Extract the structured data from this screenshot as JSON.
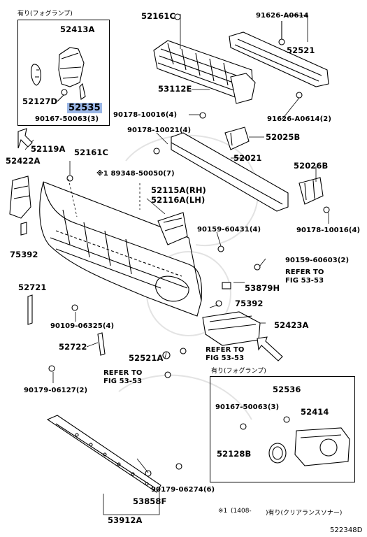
{
  "labels": {
    "p52413A": "52413A",
    "p52127D": "52127D",
    "p52535": "52535",
    "p90167_50063_3_top": "90167-50063(3)",
    "p52161C_top": "52161C",
    "p91626_A0614": "91626-A0614",
    "p52521": "52521",
    "p53112E": "53112E",
    "p90178_10016_4_left": "90178-10016(4)",
    "p91626_A0614_2": "91626-A0614(2)",
    "p90178_10021_4": "90178-10021(4)",
    "p52025B": "52025B",
    "p52119A": "52119A",
    "p52161C_mid": "52161C",
    "p52422A": "52422A",
    "p52021": "52021",
    "p52026B": "52026B",
    "p89348_50050_7": "※1 89348-50050(7)",
    "p52115A": "52115A(RH)",
    "p52116A": "52116A(LH)",
    "p90178_10016_4_right": "90178-10016(4)",
    "p90159_60431_4": "90159-60431(4)",
    "p75392_left": "75392",
    "p90159_60603_2": "90159-60603(2)",
    "refer1_a": "REFER TO",
    "refer1_b": "FIG 53-53",
    "p53879H": "53879H",
    "p52721": "52721",
    "p75392_right": "75392",
    "p90109_06325_4": "90109-06325(4)",
    "p52423A": "52423A",
    "p52722": "52722",
    "p52521A": "52521A",
    "refer2_a": "REFER TO",
    "refer2_b": "FIG 53-53",
    "refer3_a": "REFER TO",
    "refer3_b": "FIG 53-53",
    "p90179_06127_2": "90179-06127(2)",
    "p52536": "52536",
    "p90167_50063_3_bottom": "90167-50063(3)",
    "p52414": "52414",
    "p52128B": "52128B",
    "p90179_06274_6": "90179-06274(6)",
    "p53858F": "53858F",
    "p53912A": "53912A",
    "fog_top_note": "有り(フォグランプ)",
    "fog_bottom_note": "有り(フォグランプ)",
    "footnote_mark": "※1",
    "footnote_code": "(1408-",
    "footnote_text": ")有り(クリアランスソナー)",
    "figure_id": "522348D"
  },
  "highlight_color": "#9ab6e6"
}
